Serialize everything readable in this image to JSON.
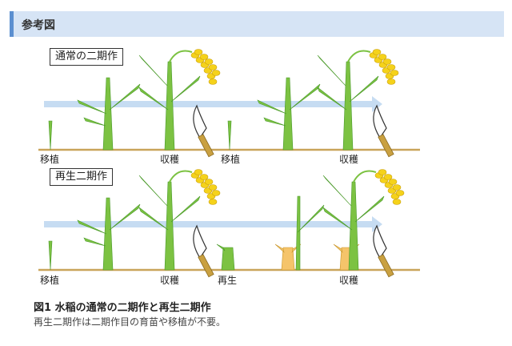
{
  "header": {
    "title": "参考図"
  },
  "panels": {
    "normal": {
      "title": "通常の二期作",
      "labels": [
        "移植",
        "収穫",
        "移植",
        "収穫"
      ]
    },
    "ratoon": {
      "title": "再生二期作",
      "labels": [
        "移植",
        "収穫",
        "再生",
        "収穫"
      ]
    }
  },
  "caption": {
    "title": "図1 水稲の通常の二期作と再生二期作",
    "text": "再生二期作は二期作目の育苗や移植が不要。"
  },
  "colors": {
    "leaf": "#7cc242",
    "leaf_dark": "#4a9a2a",
    "grain": "#f5d21a",
    "stubble": "#f5c46a",
    "arrow": "#c6dcf2",
    "ground": "#c9a45a",
    "sickle_handle": "#c9a040"
  }
}
